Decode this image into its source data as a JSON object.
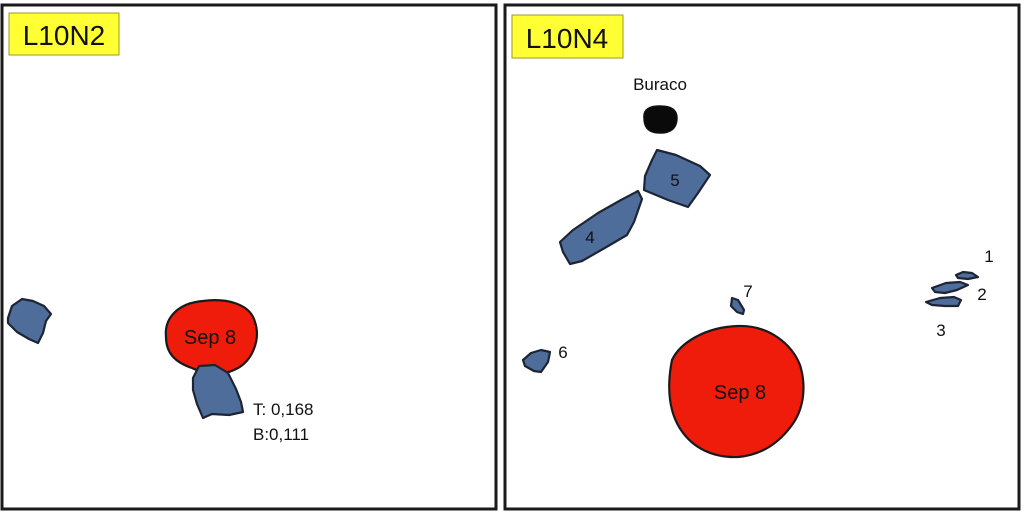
{
  "colors": {
    "panel_border": "#1a1a1a",
    "label_background": "#ffff33",
    "blue_fill": "#4f6d9a",
    "red_fill": "#ef1c0c",
    "hole_fill": "#0a0a0a"
  },
  "left_panel": {
    "title": "L10N2",
    "red_label": "Sep 8",
    "measure_top": "T: 0,168",
    "measure_bottom": "B:0,111"
  },
  "right_panel": {
    "title": "L10N4",
    "hole_label": "Buraco",
    "red_label": "Sep 8",
    "shape_labels": [
      "1",
      "2",
      "3",
      "4",
      "5",
      "6",
      "7"
    ]
  }
}
